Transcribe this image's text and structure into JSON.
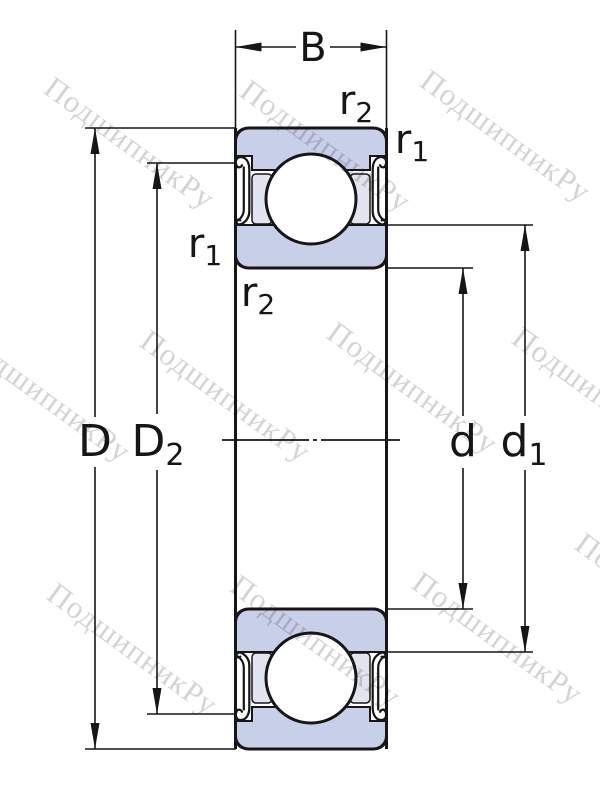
{
  "figure": {
    "watermark": {
      "text": "ПодшипникРу",
      "color": "#a8a8a8"
    },
    "colors": {
      "background": "#ffffff",
      "line": "#161616",
      "ring_fill": "#c8d0e9",
      "cage_fill": "#e2e5f0"
    },
    "dimensions": {
      "width_label": "B",
      "outer_diameter_label": "D",
      "recess_diameter_base": "D",
      "recess_diameter_sub": "2",
      "bore_diameter_label": "d",
      "shoulder_diameter_base": "d",
      "shoulder_diameter_sub": "1",
      "radius1_base": "r",
      "radius1_sub": "1",
      "radius2_base": "r",
      "radius2_sub": "2"
    }
  }
}
